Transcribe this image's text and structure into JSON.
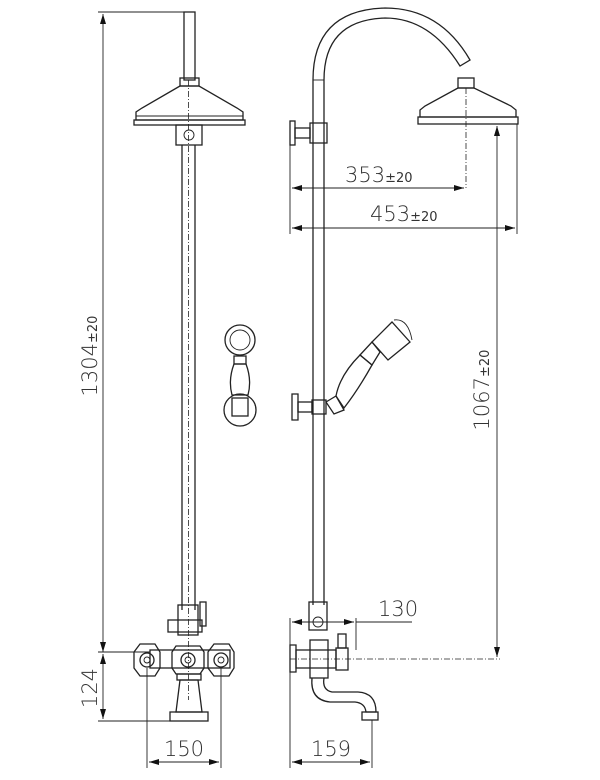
{
  "dimensions": {
    "total_height": {
      "value": "1304",
      "tolerance": "±20"
    },
    "arm_reach": {
      "value": "353",
      "tolerance": "±20"
    },
    "head_reach": {
      "value": "453",
      "tolerance": "±20"
    },
    "riser_height": {
      "value": "1067",
      "tolerance": "±20"
    },
    "valve_projection": {
      "value": "130"
    },
    "spout_height": {
      "value": "124"
    },
    "handle_spacing": {
      "value": "150"
    },
    "spout_projection": {
      "value": "159"
    }
  }
}
